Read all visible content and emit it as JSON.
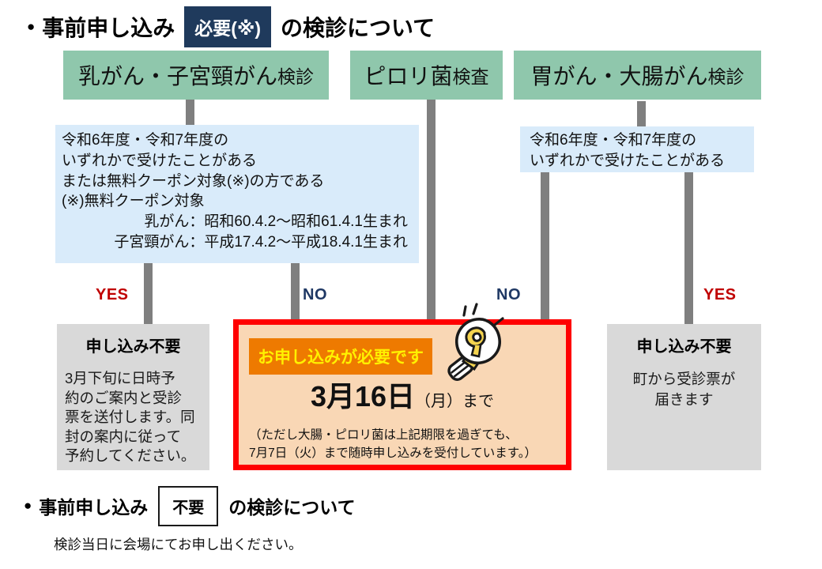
{
  "colors": {
    "header_green": "#8FC7AC",
    "condition_blue": "#D9EBFA",
    "navy_badge": "#1F3A5C",
    "yes_red": "#C00000",
    "no_navy": "#1F3864",
    "gray_box": "#D9D9D9",
    "connector_gray": "#7F7F7F",
    "apply_border": "#FF0000",
    "apply_fill": "#F9D7B5",
    "apply_badge_orange": "#EE7A00",
    "apply_badge_text": "#FFF100"
  },
  "heading_required": {
    "bullet": "●",
    "prefix": "事前申し込み",
    "badge": "必要(※)",
    "suffix": "の検診について"
  },
  "headers": {
    "breast": {
      "main": "乳がん・子宮頸がん",
      "sub": "検診"
    },
    "pylori": {
      "main": "ピロリ菌",
      "sub": "検査"
    },
    "stomach": {
      "main": "胃がん・大腸がん",
      "sub": "検診"
    }
  },
  "condition_left": {
    "lines": [
      "令和6年度・令和7年度の",
      "いずれかで受けたことがある",
      "または無料クーポン対象(※)の方である",
      "(※)無料クーポン対象",
      "乳がん：昭和60.4.2～昭和61.4.1生まれ",
      "子宮頸がん：平成17.4.2～平成18.4.1生まれ"
    ]
  },
  "condition_right": {
    "lines": [
      "令和6年度・令和7年度の",
      "いずれかで受けたことがある"
    ]
  },
  "branch_labels": {
    "yes_left": "YES",
    "no_left": "NO",
    "no_center": "NO",
    "yes_right": "YES"
  },
  "result_left": {
    "title": "申し込み不要",
    "lines": [
      "3月下旬に日時予",
      "約のご案内と受診",
      "票を送付します。同",
      "封の案内に従って",
      "予約してください。"
    ]
  },
  "result_right": {
    "title": "申し込み不要",
    "lines": [
      "町から受診票が",
      "届きます"
    ]
  },
  "apply_box": {
    "badge": "お申し込みが必要です",
    "date": "3月16日",
    "date_suffix": "（月）まで",
    "note_lines": [
      "（ただし大腸・ピロリ菌は上記期限を過ぎても、",
      "7月7日（火）まで随時申し込みを受付しています。）"
    ]
  },
  "heading_not_required": {
    "bullet": "●",
    "prefix": "事前申し込み",
    "badge": "不要",
    "suffix": "の検診について",
    "note": "検診当日に会場にてお申し出ください。"
  }
}
